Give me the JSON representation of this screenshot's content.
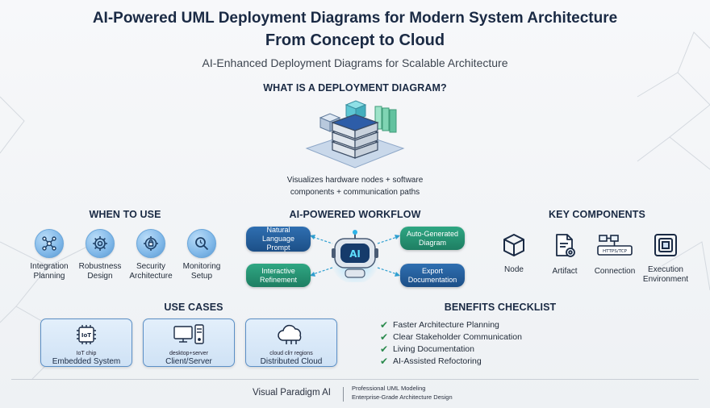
{
  "header": {
    "title_line1": "AI-Powered UML Deployment Diagrams for Modern System Architecture",
    "title_line2": "From Concept to Cloud",
    "subtitle": "AI-Enhanced Deployment Diagrams for Scalable Architecture"
  },
  "what_is": {
    "heading": "WHAT IS A DEPLOYMENT DIAGRAM?",
    "description_line1": "Visualizes hardware nodes + software",
    "description_line2": "components + communication paths"
  },
  "when_to_use": {
    "heading": "WHEN TO USE",
    "items": [
      {
        "label_line1": "Integration",
        "label_line2": "Planning",
        "icon": "network-icon"
      },
      {
        "label_line1": "Robustness",
        "label_line2": "Design",
        "icon": "gear-icon"
      },
      {
        "label_line1": "Security",
        "label_line2": "Architecture",
        "icon": "security-gear-icon"
      },
      {
        "label_line1": "Monitoring",
        "label_line2": "Setup",
        "icon": "magnifier-icon"
      }
    ]
  },
  "workflow": {
    "heading": "AI-POWERED WORKFLOW",
    "steps": [
      {
        "label_line1": "Natural",
        "label_line2": "Language",
        "label_line3": "Prompt",
        "color": "#1f5a96"
      },
      {
        "label_line1": "Auto-Generated",
        "label_line2": "Diagram",
        "color": "#1e8a6b"
      },
      {
        "label_line1": "Interactive",
        "label_line2": "Refinement",
        "color": "#1e8a6b"
      },
      {
        "label_line1": "Export",
        "label_line2": "Documentation",
        "color": "#1f5a96"
      }
    ],
    "robot_badge": "AI"
  },
  "key_components": {
    "heading": "KEY COMPONENTS",
    "items": [
      {
        "label_line1": "Node",
        "label_line2": "",
        "icon": "cube-icon"
      },
      {
        "label_line1": "Artifact",
        "label_line2": "",
        "icon": "document-gear-icon"
      },
      {
        "label_line1": "Connection",
        "label_line2": "",
        "icon": "connection-icon",
        "icon_text": "HTTPS/TCP"
      },
      {
        "label_line1": "Execution",
        "label_line2": "Environment",
        "icon": "layers-icon"
      }
    ]
  },
  "use_cases": {
    "heading": "USE CASES",
    "cards": [
      {
        "small": "IoT chip",
        "label": "Embedded System",
        "icon": "chip-icon",
        "icon_text": "IoT"
      },
      {
        "small": "desktop+server",
        "label": "Client/Server",
        "icon": "desktop-server-icon"
      },
      {
        "small": "cloud cliт regions",
        "label": "Distributed Cloud",
        "icon": "cloud-icon"
      }
    ]
  },
  "benefits": {
    "heading": "BENEFITS CHECKLIST",
    "items": [
      "Faster Architecture Planning",
      "Clear Stakeholder Communication",
      "Living Documentation",
      "AI-Assisted Refoctoring"
    ]
  },
  "footer": {
    "brand": "Visual Paradigm AI",
    "tagline_line1": "Professional UML Modeling",
    "tagline_line2": "Enterprise-Grade Architecture Design"
  },
  "colors": {
    "navy": "#1a2a44",
    "blue_pill": "#1f5a96",
    "green_pill": "#1e8a6b",
    "check_green": "#2a8a4d",
    "card_border": "#5b8fc6"
  }
}
